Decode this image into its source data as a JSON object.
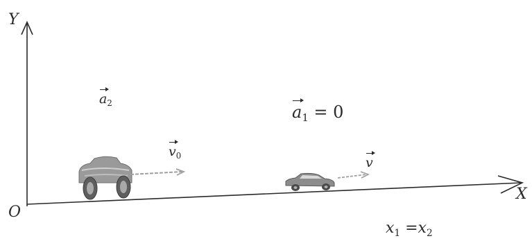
{
  "axes": {
    "y_label": "Y",
    "x_label": "X",
    "origin_label": "O"
  },
  "labels": {
    "a2": {
      "symbol": "a",
      "sub": "2"
    },
    "a1_eq": {
      "symbol": "a",
      "sub": "1",
      "rest": " = 0"
    },
    "v0": {
      "symbol": "v",
      "sub": "0"
    },
    "v": {
      "symbol": "v"
    },
    "condition": {
      "x1": "x",
      "sub1": "1",
      "eq": " =",
      "x2": "x",
      "sub2": "2"
    }
  },
  "icons": {
    "car_large": "car-icon",
    "car_small": "car-icon"
  },
  "colors": {
    "ink": "#2a2a2a",
    "car": "#8a8a8a",
    "motion_arrow": "#a0a0a0"
  }
}
